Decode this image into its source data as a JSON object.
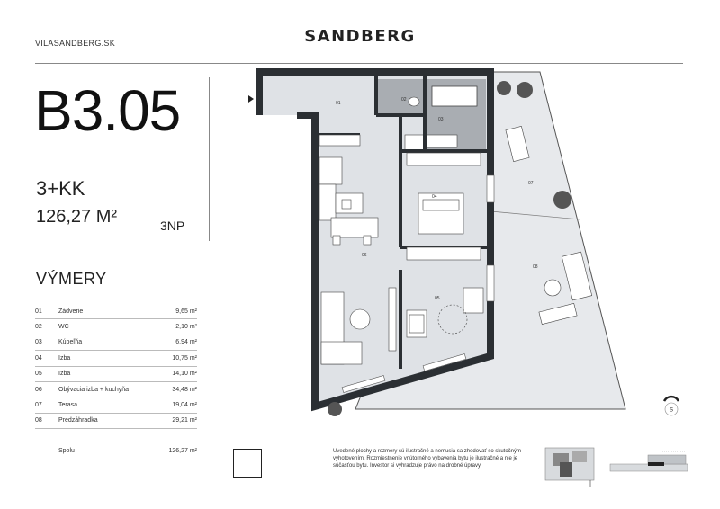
{
  "header": {
    "website": "VILASANDBERG.SK",
    "brand": "SANDBERG"
  },
  "unit": {
    "code": "B3.05",
    "layout": "3+KK",
    "area": "126,27 M²",
    "floor": "3NP"
  },
  "areas": {
    "title": "VÝMERY",
    "rows": [
      {
        "no": "01",
        "name": "Zádverie",
        "value": "9,65 m²"
      },
      {
        "no": "02",
        "name": "WC",
        "value": "2,10 m²"
      },
      {
        "no": "03",
        "name": "Kúpeľňa",
        "value": "6,94 m²"
      },
      {
        "no": "04",
        "name": "Izba",
        "value": "10,75 m²"
      },
      {
        "no": "05",
        "name": "Izba",
        "value": "14,10 m²"
      },
      {
        "no": "06",
        "name": "Obývacia izba + kuchyňa",
        "value": "34,48 m²"
      },
      {
        "no": "07",
        "name": "Terasa",
        "value": "19,04 m²"
      },
      {
        "no": "08",
        "name": "Predzáhradka",
        "value": "29,21 m²"
      }
    ],
    "total_label": "Spolu",
    "total_value": "126,27 m²"
  },
  "plan_labels": {
    "r01": "01",
    "r02": "02",
    "r03": "03",
    "r04": "04",
    "r05": "05",
    "r06": "06",
    "r07": "07",
    "r08": "08"
  },
  "compass": {
    "label": "S"
  },
  "disclaimer": "Uvedené plochy a rozmery sú ilustračné a nemusia sa zhodovať so skutočným vyhotovením. Rozmiestnenie vnútorného vybavenia bytu je ilustračné a nie je súčasťou bytu. Investor si vyhradzuje právo na drobné úpravy.",
  "colors": {
    "wall": "#2b2f33",
    "floor": "#dfe2e6",
    "bath": "#a9adb2",
    "terrace": "#e7e9ec"
  }
}
